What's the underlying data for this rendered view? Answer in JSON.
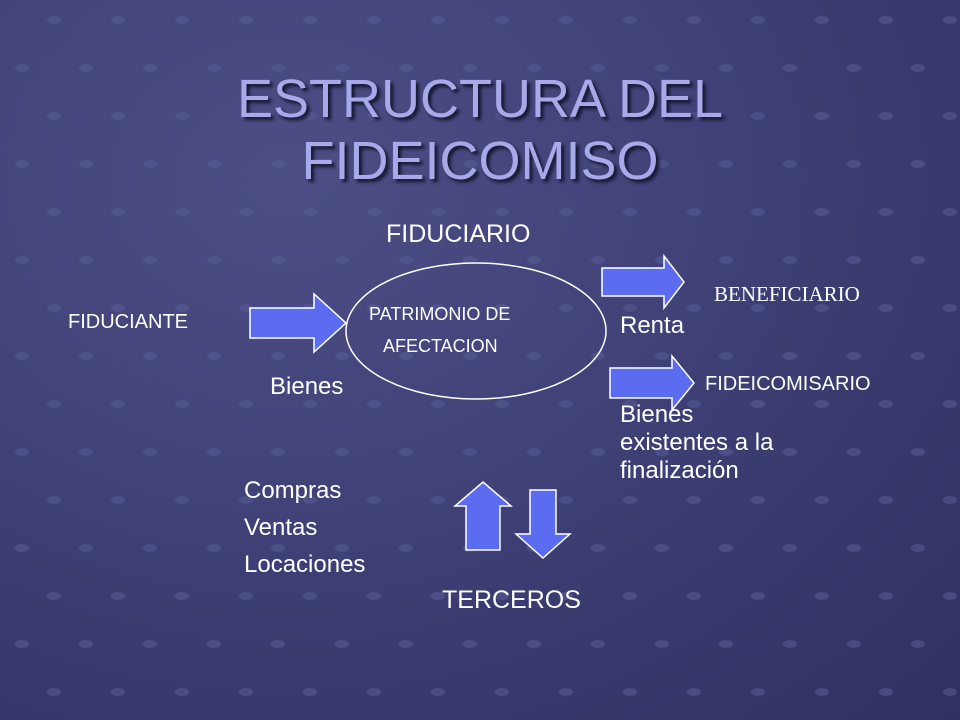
{
  "title": "ESTRUCTURA DEL FIDEICOMISO",
  "nodes": {
    "fiduciario": "FIDUCIARIO",
    "fiduciante": "FIDUCIANTE",
    "patrimonio_line1": "PATRIMONIO DE",
    "patrimonio_line2": "AFECTACION",
    "beneficiario": "BENEFICIARIO",
    "fideicomisario": "FIDEICOMISARIO",
    "terceros": "TERCEROS"
  },
  "flows": {
    "bienes": "Bienes",
    "renta": "Renta",
    "bienes_finales_line1": "Bienes",
    "bienes_finales_line2": "existentes a la",
    "bienes_finales_line3": "finalización"
  },
  "operations": [
    "Compras",
    "Ventas",
    "Locaciones"
  ],
  "colors": {
    "background": "#3f4177",
    "title": "#a8a9e8",
    "arrow_fill": "#5b6cf0",
    "arrow_stroke": "#ffffff",
    "text": "#ffffff"
  }
}
